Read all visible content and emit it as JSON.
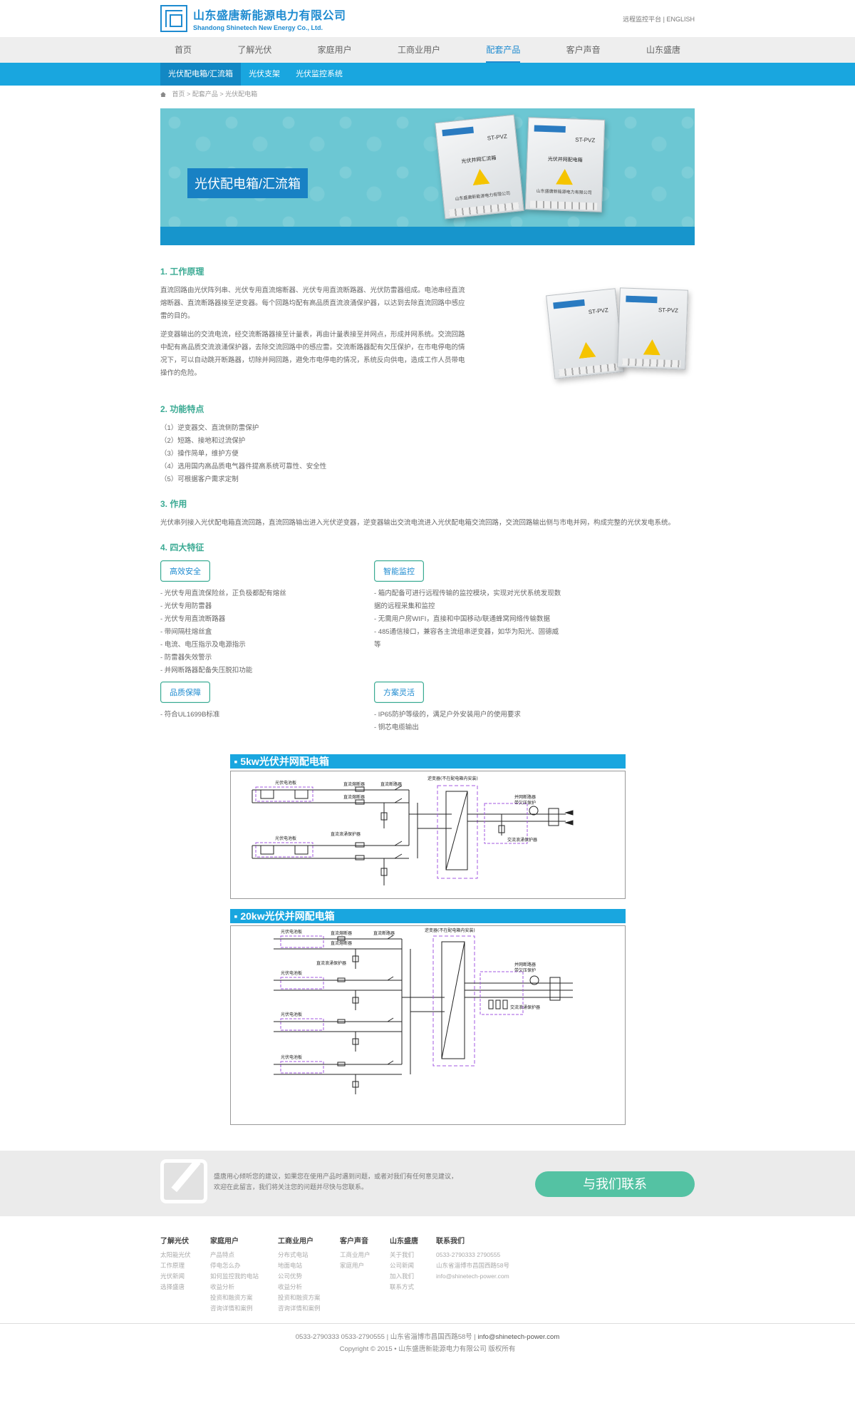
{
  "header": {
    "company_cn": "山东盛唐新能源电力有限公司",
    "company_en": "Shandong Shinetech New Energy Co., Ltd.",
    "remote_link": "远程监控平台",
    "sep": "|",
    "english_link": "ENGLISH"
  },
  "nav": [
    "首页",
    "了解光伏",
    "家庭用户",
    "工商业用户",
    "配套产品",
    "客户声音",
    "山东盛唐"
  ],
  "subnav": [
    "光伏配电箱/汇流箱",
    "光伏支架",
    "光伏监控系统"
  ],
  "breadcrumb": [
    "首页",
    "配套产品",
    "光伏配电箱"
  ],
  "breadcrumb_sep": ">",
  "banner": {
    "title": "光伏配电箱/汇流箱",
    "box1": {
      "tag": "ST-PVZ",
      "title": "光伏并网汇流箱",
      "warn": "高压危险",
      "company": "山东盛唐新能源电力有限公司"
    },
    "box2": {
      "tag": "ST-PVZ",
      "title": "光伏并网配电箱",
      "warn": "高压危险",
      "company": "山东盛唐新能源电力有限公司"
    }
  },
  "sections": {
    "s1_title": "1. 工作原理",
    "s1_p1": "直流回路由光伏阵列串、光伏专用直流熔断器、光伏专用直流断路器、光伏防雷器组成。电池串经直流熔断器、直流断路器接至逆变器。每个回路均配有高品质直流浪涌保护器，以达到去除直流回路中感应雷的目的。",
    "s1_p2": "逆变器输出的交流电流，经交流断路器接至计量表，再由计量表接至并网点，形成并网系统。交流回路中配有高品质交流浪涌保护器，去除交流回路中的感应雷。交流断路器配有欠压保护，在市电停电的情况下，可以自动跳开断路器，切除并网回路，避免市电停电的情况，系统反向供电，造成工作人员带电操作的危险。",
    "s2_title": "2. 功能特点",
    "s2_items": [
      "（1）逆变器交、直流侧防雷保护",
      "（2）短路、接地和过流保护",
      "（3）操作简单，维护方便",
      "（4）选用国内高品质电气器件提高系统可靠性、安全性",
      "（5）可根据客户需求定制"
    ],
    "s3_title": "3. 作用",
    "s3_p": "光伏串列接入光伏配电箱直流回路，直流回路输出进入光伏逆变器，逆变器输出交流电流进入光伏配电箱交流回路，交流回路输出侧与市电并网，构成完整的光伏发电系统。",
    "s4_title": "4. 四大特征"
  },
  "features": [
    {
      "label": "高效安全",
      "lines": [
        "- 光伏专用直流保险丝，正负极都配有熔丝",
        "- 光伏专用防雷器",
        "- 光伏专用直流断路器",
        "- 带间隔柱熔丝盒",
        "- 电流、电压指示及电源指示",
        "- 防雷器失效警示",
        "- 并网断路器配备失压脱扣功能"
      ]
    },
    {
      "label": "智能监控",
      "lines": [
        "- 箱内配备可进行远程传输的监控模块，实现对光伏系统发现数",
        "据的远程采集和监控",
        "- 无需用户房WIFI，直接和中国移动/联通蜂窝网络传输数据",
        "- 485通信接口，兼容各主流组串逆变器，如华为阳光、固德威",
        "等"
      ]
    },
    {
      "label": "品质保障",
      "lines": [
        "- 符合UL1699B标准"
      ]
    },
    {
      "label": "方案灵活",
      "lines": [
        "- IP65防护等级的，满足户外安装用户的使用要求",
        "- 铜芯电缆输出"
      ]
    }
  ],
  "diagrams": [
    {
      "title": "5kw光伏并网配电箱",
      "panel_label": "光伏电池板",
      "labels": {
        "fuse": "直流熔断器",
        "breaker": "直流断路器",
        "spd": "直流浪涌保护器",
        "inverter": "逆变器(不在配电箱内安装)",
        "grid_breaker": "并网断路器",
        "undervolt": "带欠压保护",
        "ac_spd": "交流浪涌保护器"
      }
    },
    {
      "title": "20kw光伏并网配电箱",
      "panel_label": "光伏电池板",
      "labels": {
        "fuse": "直流熔断器",
        "breaker": "直流断路器",
        "spd": "直流浪涌保护器",
        "inverter": "逆变器(不在配电箱内安装)",
        "grid_breaker": "并网断路器",
        "undervolt": "带欠压保护",
        "ac_spd": "交流浪涌保护器"
      }
    }
  ],
  "contact": {
    "line1": "盛唐用心倾听您的建议，如果您在使用产品时遇到问题，或者对我们有任何意见建议，",
    "line2": "欢迎在此留言，我们将关注您的问题并尽快与您联系。",
    "button": "与我们联系"
  },
  "footer_cols": [
    {
      "title": "了解光伏",
      "items": [
        "太阳能光伏",
        "工作原理",
        "光伏新闻",
        "选择盛唐"
      ]
    },
    {
      "title": "家庭用户",
      "items": [
        "产品特点",
        "停电怎么办",
        "如何监控我的电站",
        "收益分析",
        "投资和融资方案",
        "咨询详情和案例"
      ]
    },
    {
      "title": "工商业用户",
      "items": [
        "分布式电站",
        "地面电站",
        "公司优势",
        "收益分析",
        "投资和融资方案",
        "咨询详情和案例"
      ]
    },
    {
      "title": "客户声音",
      "items": [
        "工商业用户",
        "家庭用户"
      ]
    },
    {
      "title": "山东盛唐",
      "items": [
        "关于我们",
        "公司新闻",
        "加入我们",
        "联系方式"
      ]
    },
    {
      "title": "联系我们",
      "items": [
        "0533-2790333 2790555",
        "山东省淄博市昌国西路58号",
        "info@shinetech-power.com"
      ]
    }
  ],
  "copyright": {
    "line1_a": "0533-2790333 0533-2790555 | 山东省淄博市昌国西路58号 | ",
    "line1_b": "info@shinetech-power.com",
    "line2": "Copyright © 2015 • 山东盛唐新能源电力有限公司 版权所有"
  },
  "colors": {
    "accent": "#1e8bd0",
    "subnav": "#19a6df",
    "green": "#3aaa93",
    "button": "#54c2a3"
  }
}
